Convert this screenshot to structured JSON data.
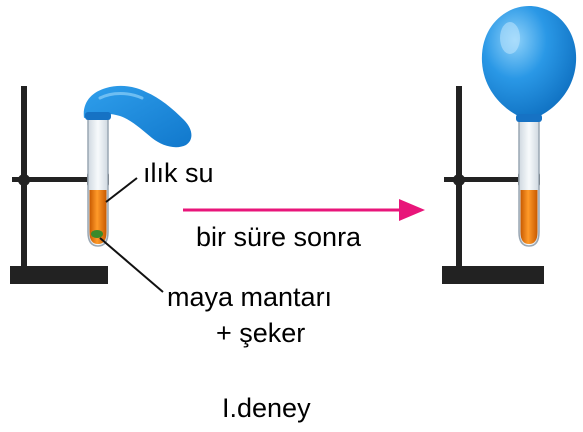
{
  "labels": {
    "warm_water": "ılık su",
    "after_time": "bir süre sonra",
    "yeast": "maya mantarı",
    "sugar": "+ şeker",
    "title": "I.deney"
  },
  "colors": {
    "stand": "#222222",
    "balloon": "#1e8ee0",
    "balloon_highlight": "#7fc8f5",
    "liquid": "#f07d10",
    "yeast_spot": "#3a8a2a",
    "tube_glass": "#e9eef3",
    "arrow": "#e8157a"
  }
}
